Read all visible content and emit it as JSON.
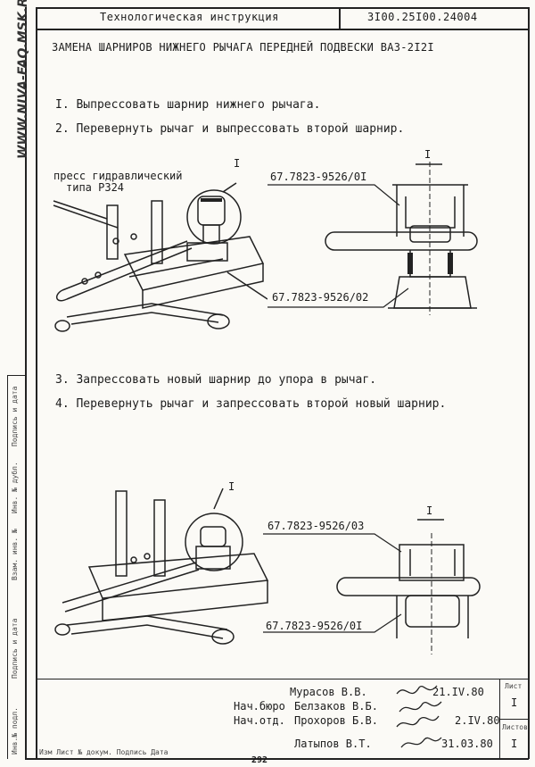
{
  "header": {
    "doc_type": "Технологическая инструкция",
    "doc_number": "3I00.25I00.24004"
  },
  "title": "ЗАМЕНА ШАРНИРОВ НИЖНЕГО РЫЧАГА ПЕРЕДНЕЙ ПОДВЕСКИ ВАЗ-2I2I",
  "watermark": "WWW.NIVA-FAQ.MSK.RU",
  "steps_top": [
    "I. Выпрессовать шарнир нижнего рычага.",
    "2. Перевернуть рычаг и выпрессовать второй шарнир."
  ],
  "figure1": {
    "press_label_line1": "пресс гидравлический",
    "press_label_line2": "типа Р324",
    "callout": "I",
    "detail_callout": "I",
    "tool_top": "67.7823-9526/0I",
    "tool_bottom": "67.7823-9526/02"
  },
  "steps_bottom": [
    "3. Запрессовать новый шарнир до упора в рычаг.",
    "4. Перевернуть рычаг и запрессовать второй новый шарнир."
  ],
  "figure2": {
    "callout": "I",
    "detail_callout": "I",
    "tool_top": "67.7823-9526/03",
    "tool_bottom": "67.7823-9526/0I"
  },
  "left_strip": [
    "Инв.№ подл.",
    "Подпись и дата",
    "Взам. инв. №",
    "Инв. № дубл.",
    "Подпись и дата"
  ],
  "signatures": [
    {
      "role": "",
      "name": "Мурасов В.В.",
      "date": "21.IV.80"
    },
    {
      "role": "Нач.бюро",
      "name": "Белзаков В.Б.",
      "date": ""
    },
    {
      "role": "Нач.отд.",
      "name": "Прохоров Б.В.",
      "date": "2.IV.80"
    },
    {
      "role": "",
      "name": "Латыпов В.Т.",
      "date": "31.03.80"
    }
  ],
  "sheet": {
    "label": "Лист",
    "value": "I",
    "sheets_label": "Листов",
    "sheets_value": "I"
  },
  "footer_fields": "Изм Лист  № докум.  Подпись  Дата",
  "page_number": "292"
}
